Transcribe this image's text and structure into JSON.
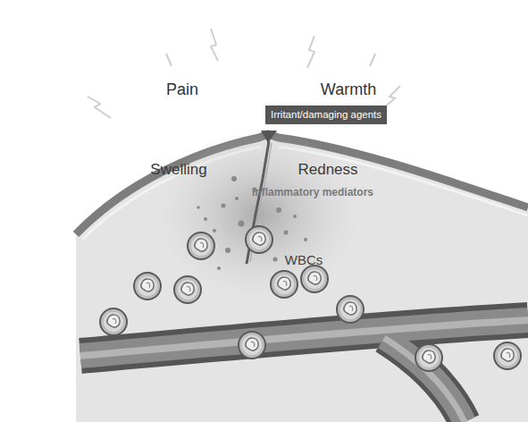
{
  "diagram": {
    "nodes": [
      {
        "text": [
          "Irritant/damaging agents"
        ]
      }
    ],
    "labels": [
      "Pain",
      "Warmth",
      "Swelling",
      "Redness",
      "Inflammatory mediators",
      "WBCs"
    ]
  }
}
